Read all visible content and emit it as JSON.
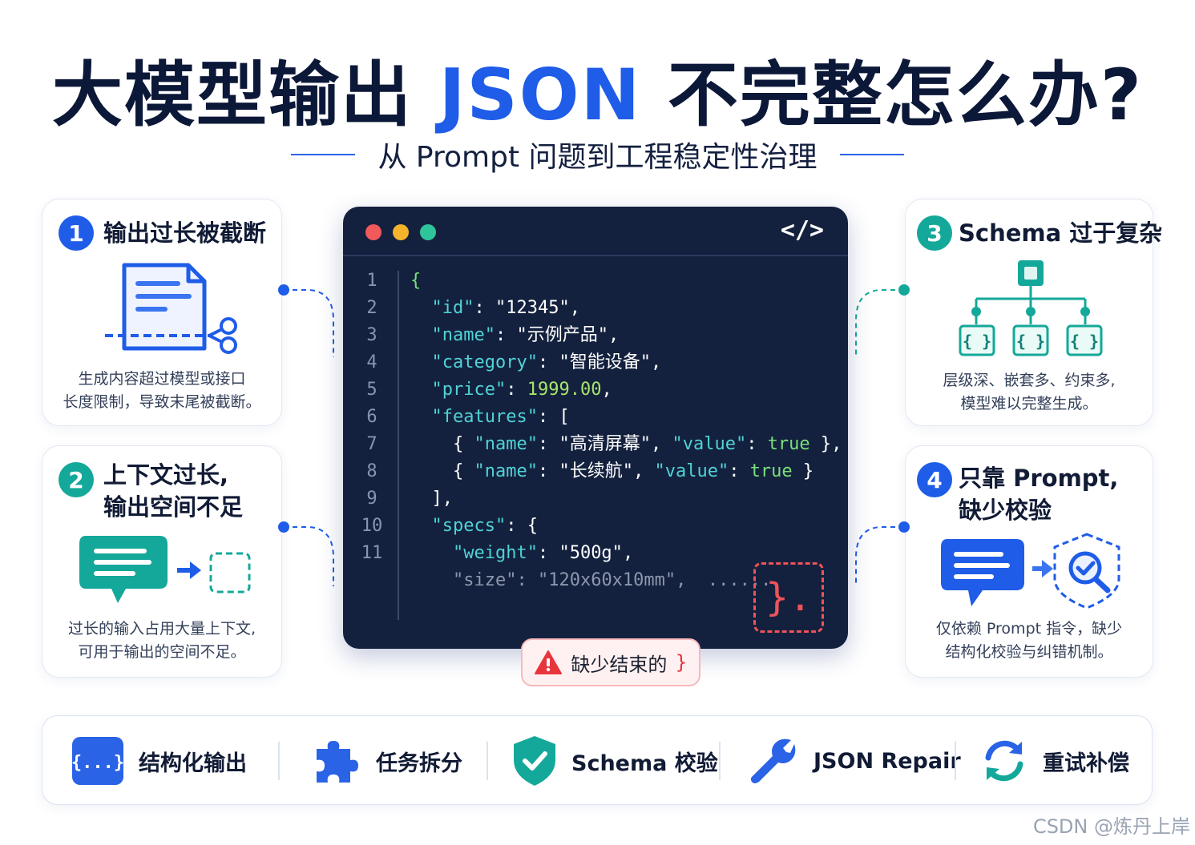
{
  "title": {
    "part1": "大模型输出 ",
    "highlight": "JSON",
    "part2": " 不完整怎么办?"
  },
  "subtitle": "从 Prompt 问题到工程稳定性治理",
  "cards": [
    {
      "num": "1",
      "title": "输出过长被截断",
      "desc1": "生成内容超过模型或接口",
      "desc2": "长度限制，导致末尾被截断。"
    },
    {
      "num": "2",
      "title1": "上下文过长,",
      "title2": "输出空间不足",
      "desc1": "过长的输入占用大量上下文,",
      "desc2": "可用于输出的空间不足。"
    },
    {
      "num": "3",
      "title": "Schema 过于复杂",
      "desc1": "层级深、嵌套多、约束多,",
      "desc2": "模型难以完整生成。",
      "icon_label": "{ }"
    },
    {
      "num": "4",
      "title1": "只靠 Prompt,",
      "title2": "缺少校验",
      "desc1": "仅依赖 Prompt 指令，缺少",
      "desc2": "结构化校验与纠错机制。"
    }
  ],
  "editor": {
    "tag": "</>",
    "line_numbers": [
      "1",
      "2",
      "3",
      "4",
      "5",
      "6",
      "7",
      "8",
      "9",
      "10",
      "11"
    ],
    "lines": {
      "l1": "{",
      "l2_key": "\"id\"",
      "l2_val": "\"12345\"",
      "l3_key": "\"name\"",
      "l3_val": "\"示例产品\"",
      "l4_key": "\"category\"",
      "l4_val": "\"智能设备\"",
      "l5_key": "\"price\"",
      "l5_val": "1999.00",
      "l6_key": "\"features\"",
      "l7_k1": "\"name\"",
      "l7_v1": "\"高清屏幕\"",
      "l7_k2": "\"value\"",
      "l7_v2": "true",
      "l8_k1": "\"name\"",
      "l8_v1": "\"长续航\"",
      "l8_k2": "\"value\"",
      "l8_v2": "true",
      "l9": "],",
      "l10_key": "\"specs\"",
      "l11_key": "\"weight\"",
      "l11_val": "\"500g\"",
      "l12_key": "\"size\"",
      "l12_val": "\"120x60x10mm\"",
      "l12_dots": "......"
    },
    "missing_brace": "}.",
    "missing_label": "缺少结束的",
    "missing_brace_char": "}"
  },
  "solutions": [
    {
      "label": "结构化输出",
      "icon_text": "{...}"
    },
    {
      "label": "任务拆分"
    },
    {
      "label": "Schema 校验"
    },
    {
      "label": "JSON Repair"
    },
    {
      "label": "重试补偿"
    }
  ],
  "watermark": "CSDN @炼丹上岸",
  "colors": {
    "blue": "#1f5ce8",
    "teal": "#14a89a",
    "navy": "#14213e",
    "red": "#e8343c"
  }
}
